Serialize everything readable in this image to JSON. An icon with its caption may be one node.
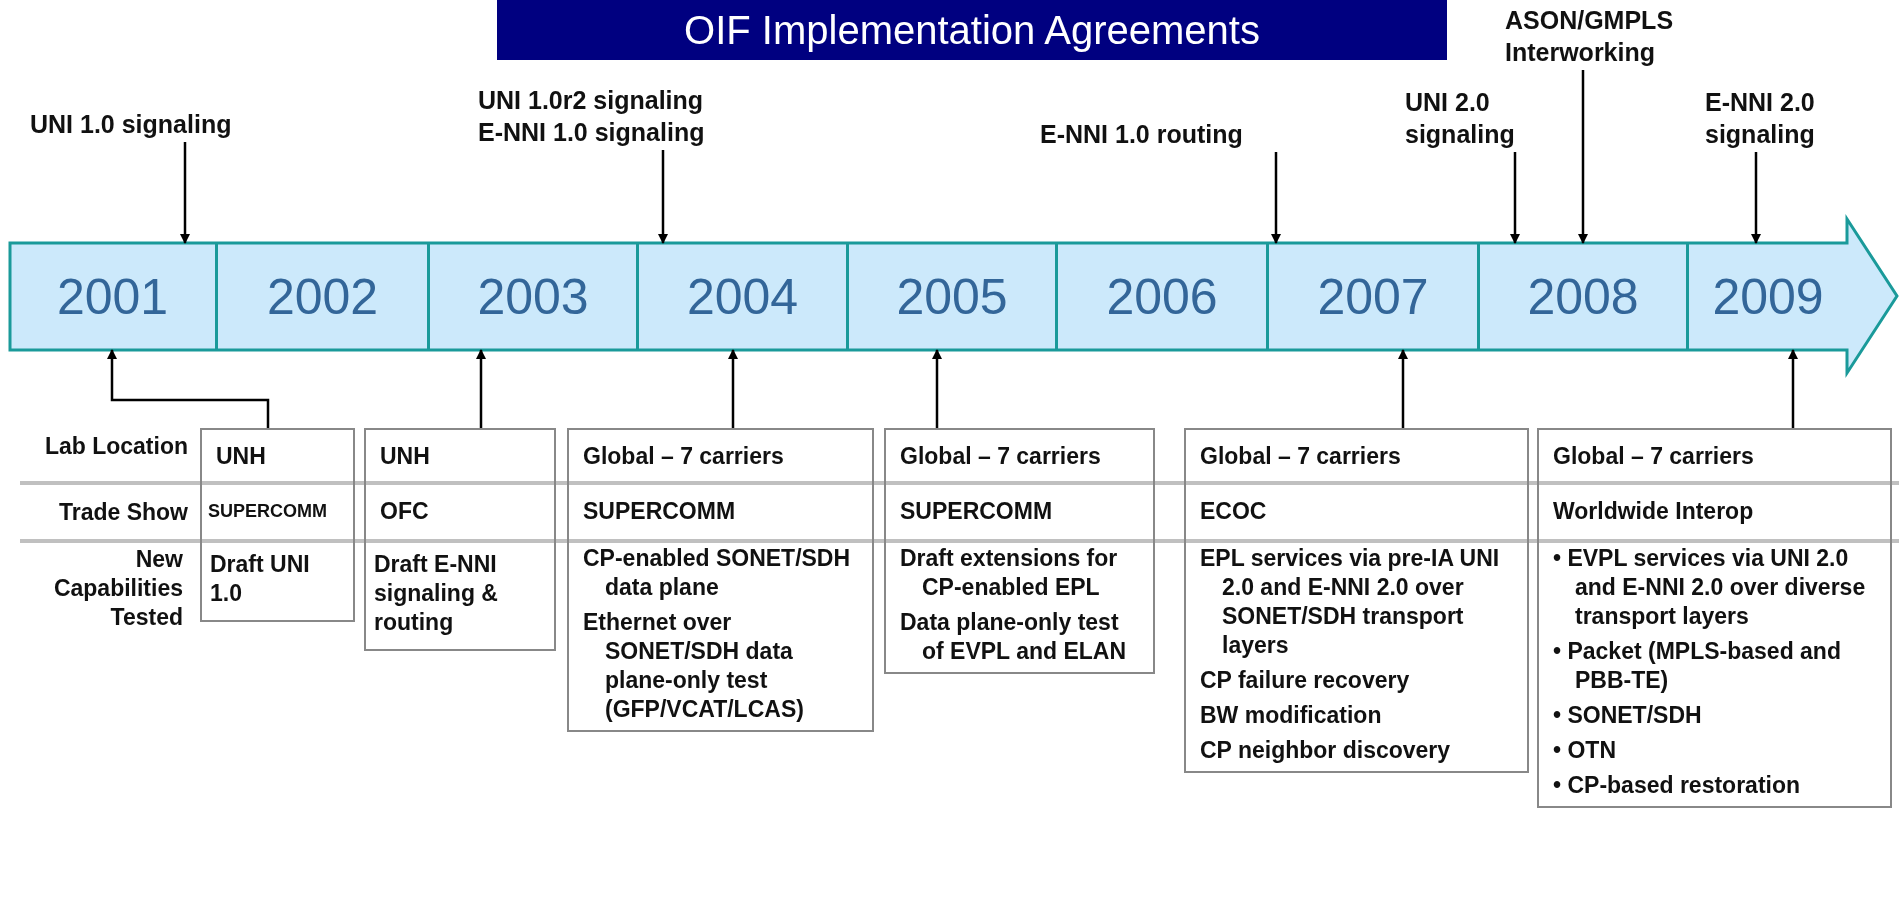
{
  "diagram": {
    "title": "OIF Implementation Agreements",
    "nodes": [
      {
        "text": [
          "2001"
        ]
      },
      {
        "text": [
          "2002"
        ]
      },
      {
        "text": [
          "2003"
        ]
      },
      {
        "text": [
          "2004"
        ]
      },
      {
        "text": [
          "2005"
        ]
      },
      {
        "text": [
          "2006"
        ]
      },
      {
        "text": [
          "2007"
        ]
      },
      {
        "text": [
          "2008"
        ]
      },
      {
        "text": [
          "2009"
        ]
      },
      {
        "text": [
          "UNI 1.0 signaling"
        ]
      },
      {
        "text": [
          "UNI 1.0r2 signaling",
          "E-NNI 1.0 signaling"
        ]
      },
      {
        "text": [
          "E-NNI 1.0 routing"
        ]
      },
      {
        "text": [
          "UNI 2.0 signaling"
        ]
      },
      {
        "text": [
          "ASON/GMPLS Interworking"
        ]
      },
      {
        "text": [
          "E-NNI 2.0 signaling"
        ]
      },
      {
        "text": [
          "UNH",
          "SUPERCOMM",
          "Draft UNI 1.0"
        ]
      },
      {
        "text": [
          "UNH",
          "OFC",
          "Draft E-NNI signaling & routing"
        ]
      },
      {
        "text": [
          "Global – 7 carriers",
          "SUPERCOMM",
          "CP-enabled SONET/SDH data plane",
          "Ethernet over SONET/SDH data plane-only test (GFP/VCAT/LCAS)"
        ]
      },
      {
        "text": [
          "Global – 7 carriers",
          "SUPERCOMM",
          "Draft extensions for CP-enabled EPL",
          "Data plane-only test of EVPL and ELAN"
        ]
      },
      {
        "text": [
          "Global – 7 carriers",
          "ECOC",
          "EPL services via pre-IA UNI 2.0 and E-NNI 2.0 over SONET/SDH transport layers",
          "CP failure recovery",
          "BW modification",
          "CP neighbor discovery"
        ]
      },
      {
        "text": [
          "Global – 7 carriers",
          "Worldwide Interop",
          "• EVPL services via UNI 2.0 and E-NNI 2.0 over diverse transport layers",
          "• Packet (MPLS-based and PBB-TE)",
          "• SONET/SDH",
          "• OTN",
          "• CP-based restoration"
        ]
      }
    ],
    "edges": [
      {
        "from": 9,
        "to": 0,
        "arrow": "to"
      },
      {
        "from": 10,
        "to": 3,
        "arrow": "to"
      },
      {
        "from": 11,
        "to": 6,
        "arrow": "to"
      },
      {
        "from": 12,
        "to": 7,
        "arrow": "to"
      },
      {
        "from": 13,
        "to": 7,
        "arrow": "to"
      },
      {
        "from": 14,
        "to": 8,
        "arrow": "to"
      },
      {
        "from": 15,
        "to": 0,
        "arrow": "to"
      },
      {
        "from": 16,
        "to": 2,
        "arrow": "to"
      },
      {
        "from": 17,
        "to": 3,
        "arrow": "to"
      },
      {
        "from": 18,
        "to": 4,
        "arrow": "to"
      },
      {
        "from": 19,
        "to": 6,
        "arrow": "to"
      },
      {
        "from": 20,
        "to": 8,
        "arrow": "to"
      }
    ],
    "labels": [
      "Lab Location",
      "Trade Show",
      "New Capabilities Tested"
    ]
  }
}
